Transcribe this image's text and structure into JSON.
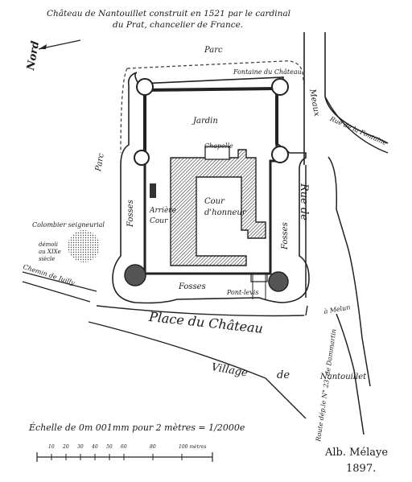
{
  "title": {
    "line1": "Château de Nantouillet construit en 1521 par le cardinal",
    "line2": "du Prat, chancelier de France."
  },
  "north": "Nord",
  "labels": {
    "parc_top": "Parc",
    "fontaine": "Fontaine du Château",
    "jardin": "Jardin",
    "chapelle": "Chapelle",
    "parc_left": "Parc",
    "fosses_left": "Fosses",
    "arriere_cour": "Arrière Cour",
    "cour_honneur": "Cour d'honneur",
    "fosses_right": "Fosses",
    "rue_de": "Rue de",
    "meaux": "Meaux",
    "rue_fontaine": "Rue de la Fontaine",
    "colombier": "Colombier seigneurial",
    "demoli": "démoli au XIXe siècle",
    "chemin": "Chemin de Juilly",
    "fosses_bottom": "Fosses",
    "pont_levis": "Pont-levis",
    "place": "Place du Château",
    "melun": "à Melun",
    "village": "Village",
    "de": "de",
    "nantouillet": "Nantouillet",
    "route": "Route dép.le N° 23, de Dammartin"
  },
  "scale": {
    "text": "Échelle de 0m 001mm pour 2 mètres = 1/2000e",
    "ticks": [
      "10",
      "20",
      "30",
      "40",
      "50",
      "60",
      "80",
      "100 mètres"
    ]
  },
  "signature": {
    "name": "Alb. Mélaye",
    "year": "1897."
  }
}
